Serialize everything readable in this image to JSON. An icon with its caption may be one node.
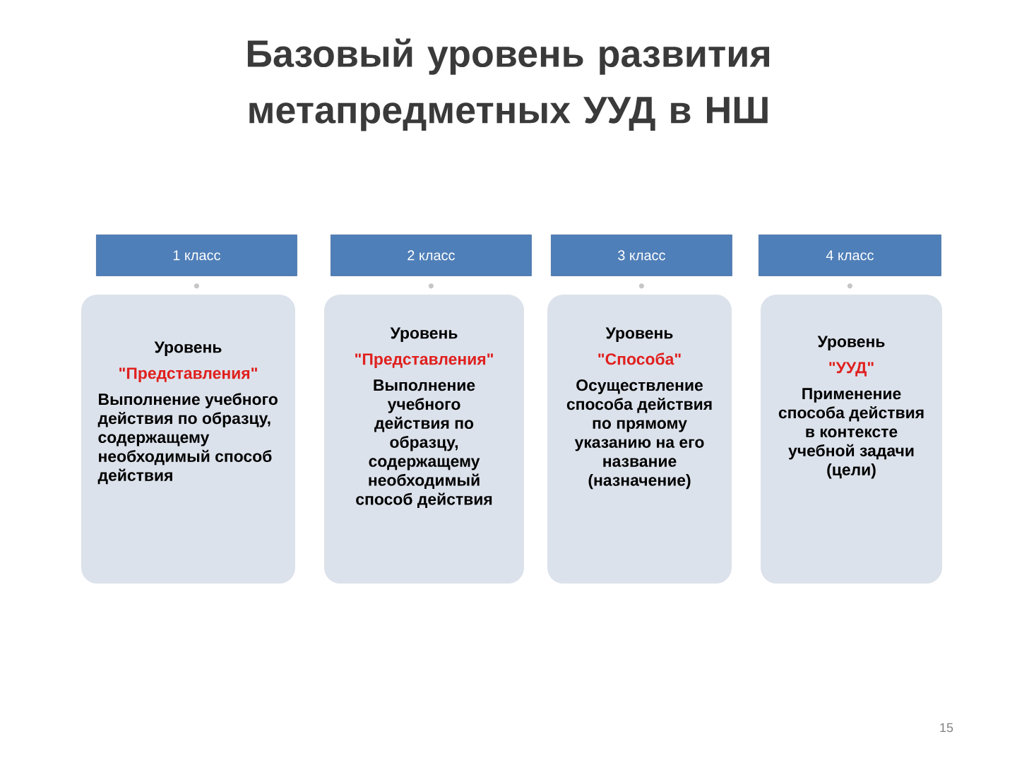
{
  "diagram": {
    "title": "Базовый уровень развития метапредметных УУД в НШ",
    "nodes": [
      {
        "text": [
          "1 класс"
        ]
      },
      {
        "text": [
          "2 класс"
        ]
      },
      {
        "text": [
          "3 класс"
        ]
      },
      {
        "text": [
          "4 класс"
        ]
      },
      {
        "text": [
          "Уровень",
          "\"Представления\"",
          "Выполнение учебного действия по образцу, содержащему необходимый способ действия"
        ]
      },
      {
        "text": [
          "Уровень",
          "\"Представления\"",
          "Выполнение учебного действия по образцу, содержащему необходимый способ действия"
        ]
      },
      {
        "text": [
          "Уровень",
          "\"Способа\"",
          "Осуществление способа действия по прямому указанию на его название (назначение)"
        ]
      },
      {
        "text": [
          "Уровень",
          "\"УУД\"",
          "Применение способа действия в контексте учебной задачи (цели)"
        ]
      }
    ],
    "labels": [
      "15"
    ]
  }
}
